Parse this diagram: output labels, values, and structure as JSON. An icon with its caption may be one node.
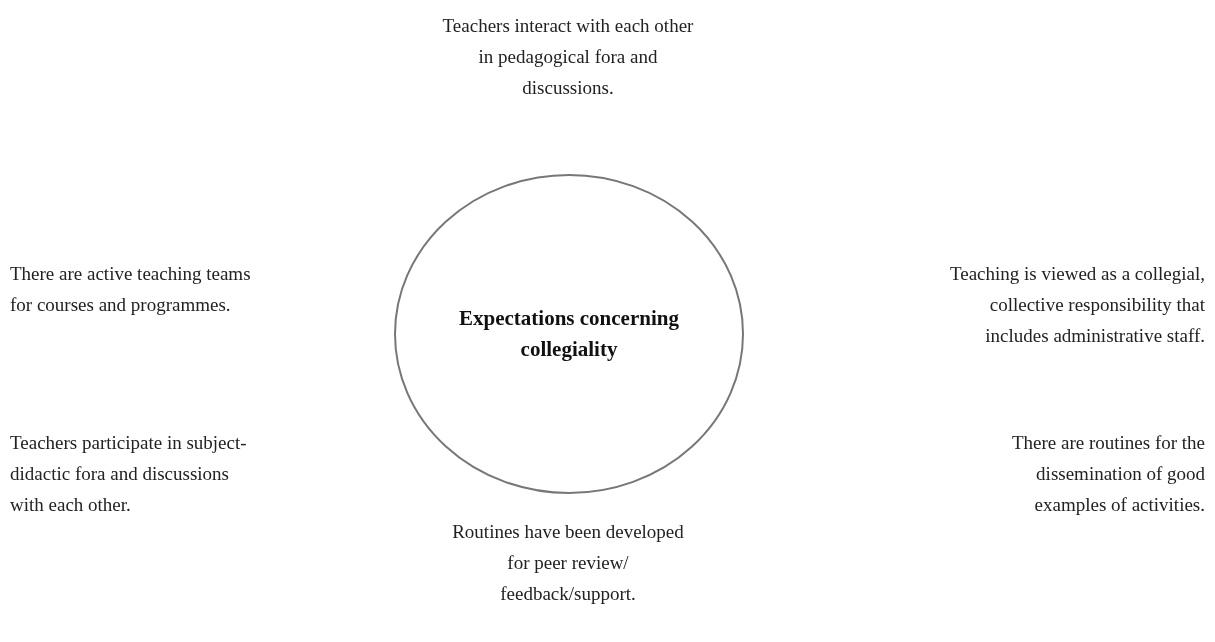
{
  "diagram": {
    "nodes": [
      {
        "text": [
          "Expectations concerning collegiality"
        ]
      }
    ],
    "labels": [
      "Teachers interact with each other in pedagogical fora and discussions.",
      "There are active teaching teams for courses and programmes.",
      "Teaching is viewed as a collegial, collective responsibility that includes administrative staff.",
      "Teachers participate in subject-didactic fora and discussions with each other.",
      "There are routines for the dissemination of good examples of activities.",
      "Routines have been developed for peer review/ feedback/support."
    ]
  }
}
